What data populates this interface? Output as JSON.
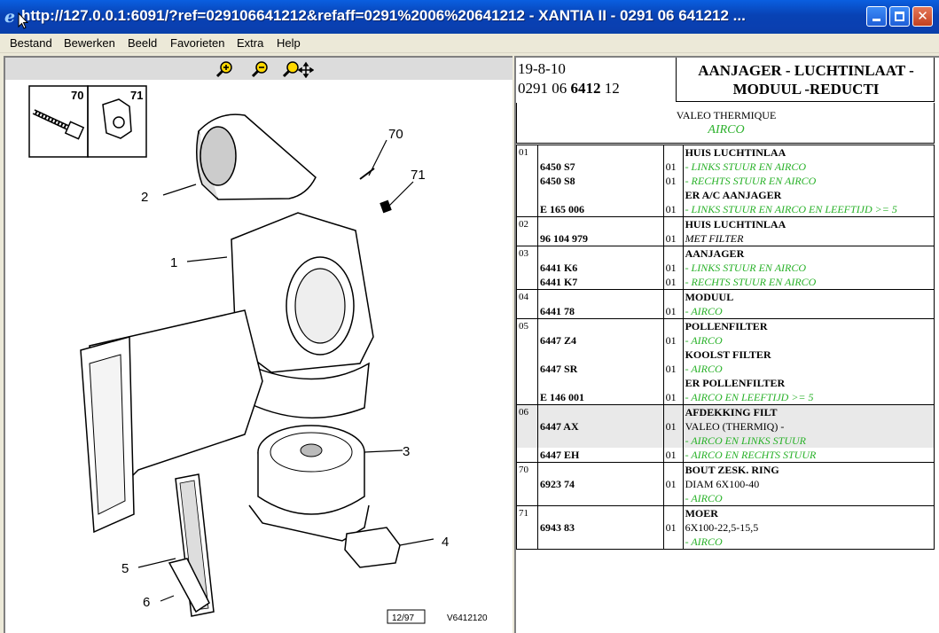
{
  "window": {
    "title": "http://127.0.0.1:6091/?ref=029106641212&refaff=0291%2006%20641212 - XANTIA II - 0291 06 641212 ..."
  },
  "menu": [
    "Bestand",
    "Bewerken",
    "Beeld",
    "Favorieten",
    "Extra",
    "Help"
  ],
  "diagram": {
    "callouts": [
      "70",
      "71",
      "2",
      "70",
      "71",
      "1",
      "3",
      "5",
      "4",
      "6"
    ],
    "page_ref": "12/97",
    "drawing_ref": "V6412120"
  },
  "header": {
    "date": "19-8-10",
    "ref_prefix": "0291 06 ",
    "ref_bold": "6412",
    "ref_suffix": " 12",
    "title_line1": "AANJAGER - LUCHTINLAAT -",
    "title_line2": "MODUUL -REDUCTI",
    "supplier": "VALEO THERMIQUE",
    "variant": "AIRCO"
  },
  "parts": [
    {
      "idx": "01",
      "ref": "",
      "qty": "",
      "desc": "HUIS LUCHTINLAA",
      "style": "b",
      "group": true
    },
    {
      "idx": "",
      "ref": "6450 S7",
      "qty": "01",
      "desc": "- LINKS STUUR EN AIRCO",
      "style": "g"
    },
    {
      "idx": "",
      "ref": "6450 S8",
      "qty": "01",
      "desc": "- RECHTS STUUR EN AIRCO",
      "style": "g"
    },
    {
      "idx": "",
      "ref": "",
      "qty": "",
      "desc": "ER A/C AANJAGER",
      "style": "b"
    },
    {
      "idx": "",
      "ref": "E 165 006",
      "qty": "01",
      "desc": "- LINKS STUUR EN AIRCO EN LEEFTIJD >= 5",
      "style": "g"
    },
    {
      "idx": "02",
      "ref": "",
      "qty": "",
      "desc": "HUIS LUCHTINLAA",
      "style": "b",
      "group": true
    },
    {
      "idx": "",
      "ref": "96 104 979",
      "qty": "01",
      "desc": "MET FILTER",
      "style": "i"
    },
    {
      "idx": "03",
      "ref": "",
      "qty": "",
      "desc": "AANJAGER",
      "style": "b",
      "group": true
    },
    {
      "idx": "",
      "ref": "6441 K6",
      "qty": "01",
      "desc": "- LINKS STUUR EN AIRCO",
      "style": "g"
    },
    {
      "idx": "",
      "ref": "6441 K7",
      "qty": "01",
      "desc": "- RECHTS STUUR EN AIRCO",
      "style": "g"
    },
    {
      "idx": "04",
      "ref": "",
      "qty": "",
      "desc": "MODUUL",
      "style": "b",
      "group": true
    },
    {
      "idx": "",
      "ref": "6441 78",
      "qty": "01",
      "desc": "- AIRCO",
      "style": "g"
    },
    {
      "idx": "05",
      "ref": "",
      "qty": "",
      "desc": "POLLENFILTER",
      "style": "b",
      "group": true
    },
    {
      "idx": "",
      "ref": "6447 Z4",
      "qty": "01",
      "desc": "- AIRCO",
      "style": "g"
    },
    {
      "idx": "",
      "ref": "",
      "qty": "",
      "desc": "KOOLST FILTER",
      "style": "b"
    },
    {
      "idx": "",
      "ref": "6447 SR",
      "qty": "01",
      "desc": "- AIRCO",
      "style": "g"
    },
    {
      "idx": "",
      "ref": "",
      "qty": "",
      "desc": "ER POLLENFILTER",
      "style": "b"
    },
    {
      "idx": "",
      "ref": "E 146 001",
      "qty": "01",
      "desc": "- AIRCO EN LEEFTIJD >= 5",
      "style": "g"
    },
    {
      "idx": "06",
      "ref": "",
      "qty": "",
      "desc": "AFDEKKING FILT",
      "style": "b",
      "group": true,
      "shade": true
    },
    {
      "idx": "",
      "ref": "6447 AX",
      "qty": "01",
      "desc": "VALEO (THERMIQ) -",
      "style": "n",
      "shade": true
    },
    {
      "idx": "",
      "ref": "",
      "qty": "",
      "desc": "- AIRCO EN LINKS STUUR",
      "style": "g",
      "shade": true
    },
    {
      "idx": "",
      "ref": "6447 EH",
      "qty": "01",
      "desc": "- AIRCO EN RECHTS STUUR",
      "style": "g"
    },
    {
      "idx": "70",
      "ref": "",
      "qty": "",
      "desc": "BOUT ZESK. RING",
      "style": "b",
      "group": true
    },
    {
      "idx": "",
      "ref": "6923 74",
      "qty": "01",
      "desc": "DIAM 6X100-40",
      "style": "n"
    },
    {
      "idx": "",
      "ref": "",
      "qty": "",
      "desc": "- AIRCO",
      "style": "g"
    },
    {
      "idx": "71",
      "ref": "",
      "qty": "",
      "desc": "MOER",
      "style": "b",
      "group": true
    },
    {
      "idx": "",
      "ref": "6943 83",
      "qty": "01",
      "desc": "6X100-22,5-15,5",
      "style": "n"
    },
    {
      "idx": "",
      "ref": "",
      "qty": "",
      "desc": "- AIRCO",
      "style": "g",
      "last": true
    }
  ],
  "icons": [
    "ie-icon",
    "minimize-icon",
    "maximize-icon",
    "close-icon",
    "zoom-in-icon",
    "zoom-out-icon",
    "zoom-pan-icon"
  ]
}
